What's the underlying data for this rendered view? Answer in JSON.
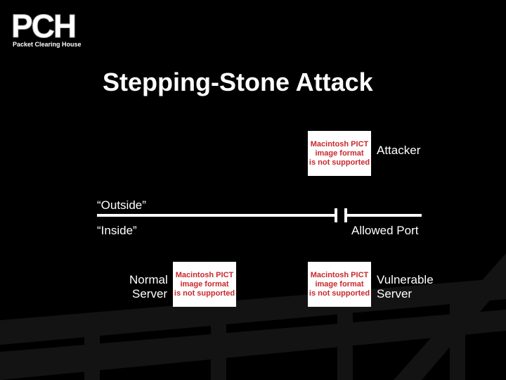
{
  "logo": {
    "main": "PCH",
    "sub": "Packet Clearing House"
  },
  "slide": {
    "title": "Stepping-Stone Attack"
  },
  "diagram": {
    "pict_placeholder": [
      "Macintosh PICT",
      "image format",
      "is not supported"
    ],
    "attacker": "Attacker",
    "outside": "“Outside”",
    "inside": "“Inside”",
    "allowed_port": "Allowed Port",
    "normal_server": [
      "Normal",
      "Server"
    ],
    "vulnerable_server": [
      "Vulnerable",
      "Server"
    ]
  }
}
